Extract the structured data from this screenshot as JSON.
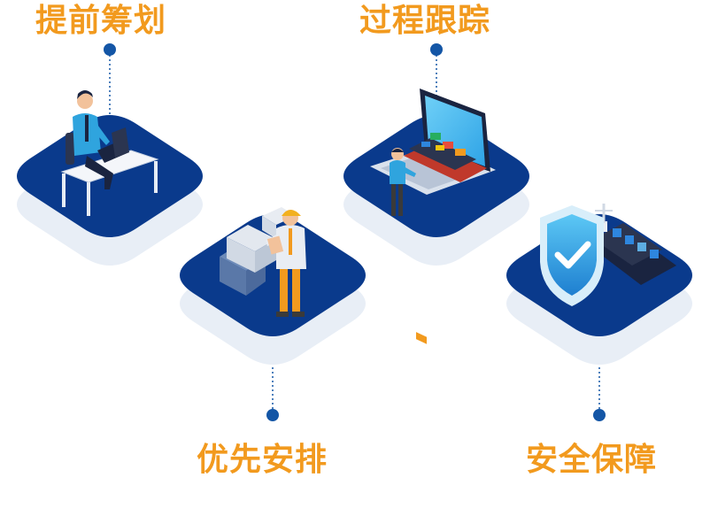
{
  "colors": {
    "accent": "#F29A1E",
    "platform": "#0A3A8C",
    "platform_shadow": "#E8EEF6",
    "dot": "#1456A6",
    "screen": "#3BB6EE"
  },
  "steps": [
    {
      "label": "提前筹划",
      "icon": "planning-office-icon"
    },
    {
      "label": "过程跟踪",
      "icon": "laptop-ship-tracking-icon"
    },
    {
      "label": "优先安排",
      "icon": "worker-containers-icon"
    },
    {
      "label": "安全保障",
      "icon": "shield-check-icon"
    }
  ]
}
